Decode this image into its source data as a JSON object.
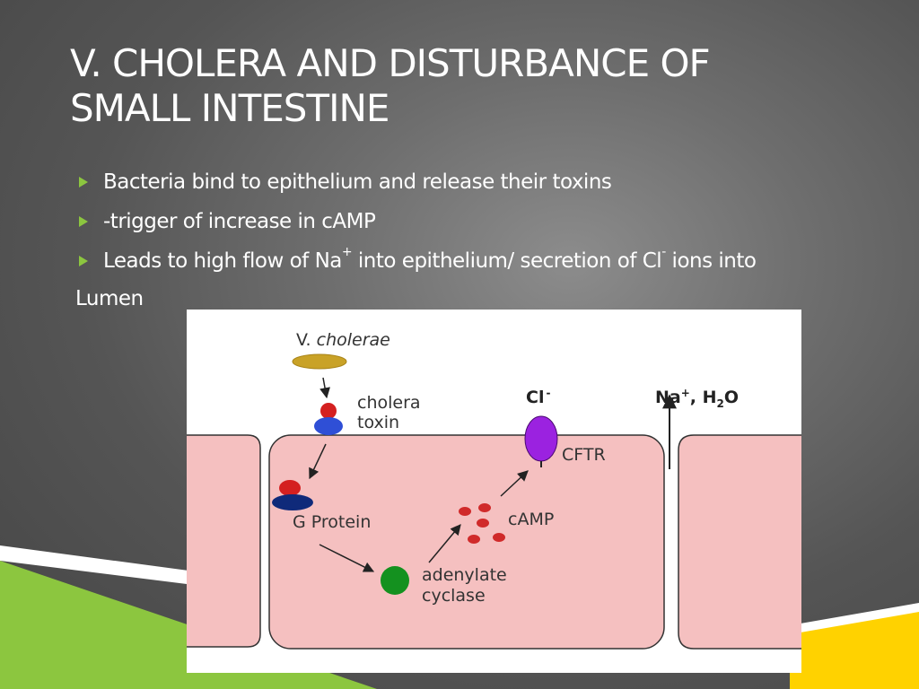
{
  "slide": {
    "title_line1": "V. CHOLERA AND DISTURBANCE OF",
    "title_line2": "SMALL INTESTINE",
    "bullets": [
      {
        "text": "Bacteria bind to epithelium and release their toxins"
      },
      {
        "text": "-trigger of increase in cAMP"
      },
      {
        "pre": "Leads to high flow of Na",
        "sup1": "+",
        "mid": " into epithelium/ secretion of Cl",
        "sup2": "-",
        "post": " ions into"
      }
    ],
    "continuation": "Lumen"
  },
  "diagram": {
    "vcholerae_prefix": "V. ",
    "vcholerae_italic": "cholerae",
    "toxin_line1": "cholera",
    "toxin_line2": "toxin",
    "g_protein": "G Protein",
    "adenylate_line1": "adenylate",
    "adenylate_line2": "cyclase",
    "camp": "cAMP",
    "cftr": "CFTR",
    "cl": "Cl",
    "cl_sup": "-",
    "na_prefix": "Na",
    "na_sup": "+",
    "na_mid": ", H",
    "na_sub": "2",
    "na_suffix": "O"
  },
  "colors": {
    "accent_green": "#8cc63f",
    "accent_yellow": "#ffd200",
    "cell_pink": "#f5c0c0",
    "toxin_red": "#d42020",
    "toxin_blue": "#2f4fd6",
    "gprotein_navy": "#0f2a7a",
    "adenylate_green": "#14911f",
    "camp_red": "#d02a2a",
    "cftr_purple": "#9b22e0",
    "bacterium_gold": "#c9a227"
  }
}
